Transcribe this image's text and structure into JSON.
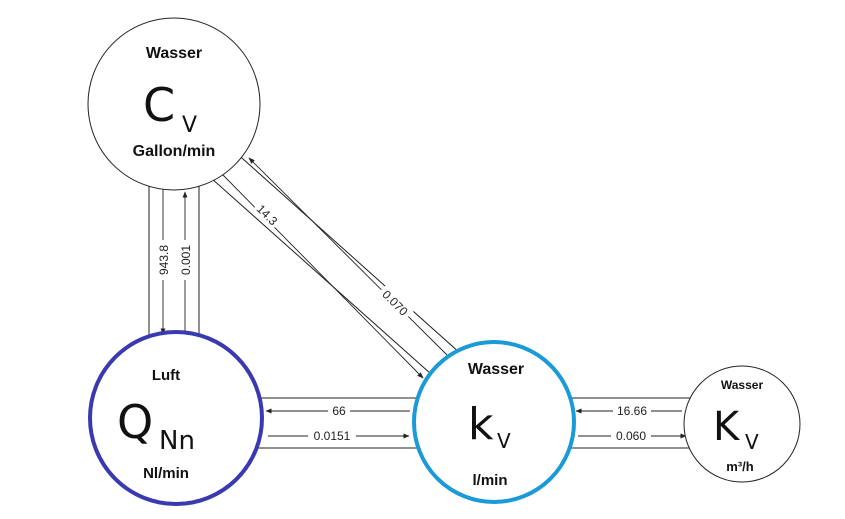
{
  "nodes": {
    "cv": {
      "medium": "Wasser",
      "symbol": "C",
      "subscript": "V",
      "unit": "Gallon/min"
    },
    "qnn": {
      "medium": "Luft",
      "symbol": "Q",
      "subscript": "Nn",
      "unit": "Nl/min",
      "ring_color": "#3a3ab0"
    },
    "kv_small": {
      "medium": "Wasser",
      "symbol": "k",
      "subscript": "V",
      "unit": "l/min",
      "ring_color": "#1a9ad6"
    },
    "kv_large": {
      "medium": "Wasser",
      "symbol": "K",
      "subscript": "V",
      "unit": "m³/h"
    }
  },
  "conversions": {
    "cv_to_qnn": "943.8",
    "qnn_to_cv": "0.001",
    "cv_to_kv": "14.3",
    "kv_to_cv": "0.070",
    "kv_to_qnn": "66",
    "qnn_to_kv": "0.0151",
    "kvlarge_to_kv": "16.66",
    "kv_to_kvlarge": "0.060"
  }
}
